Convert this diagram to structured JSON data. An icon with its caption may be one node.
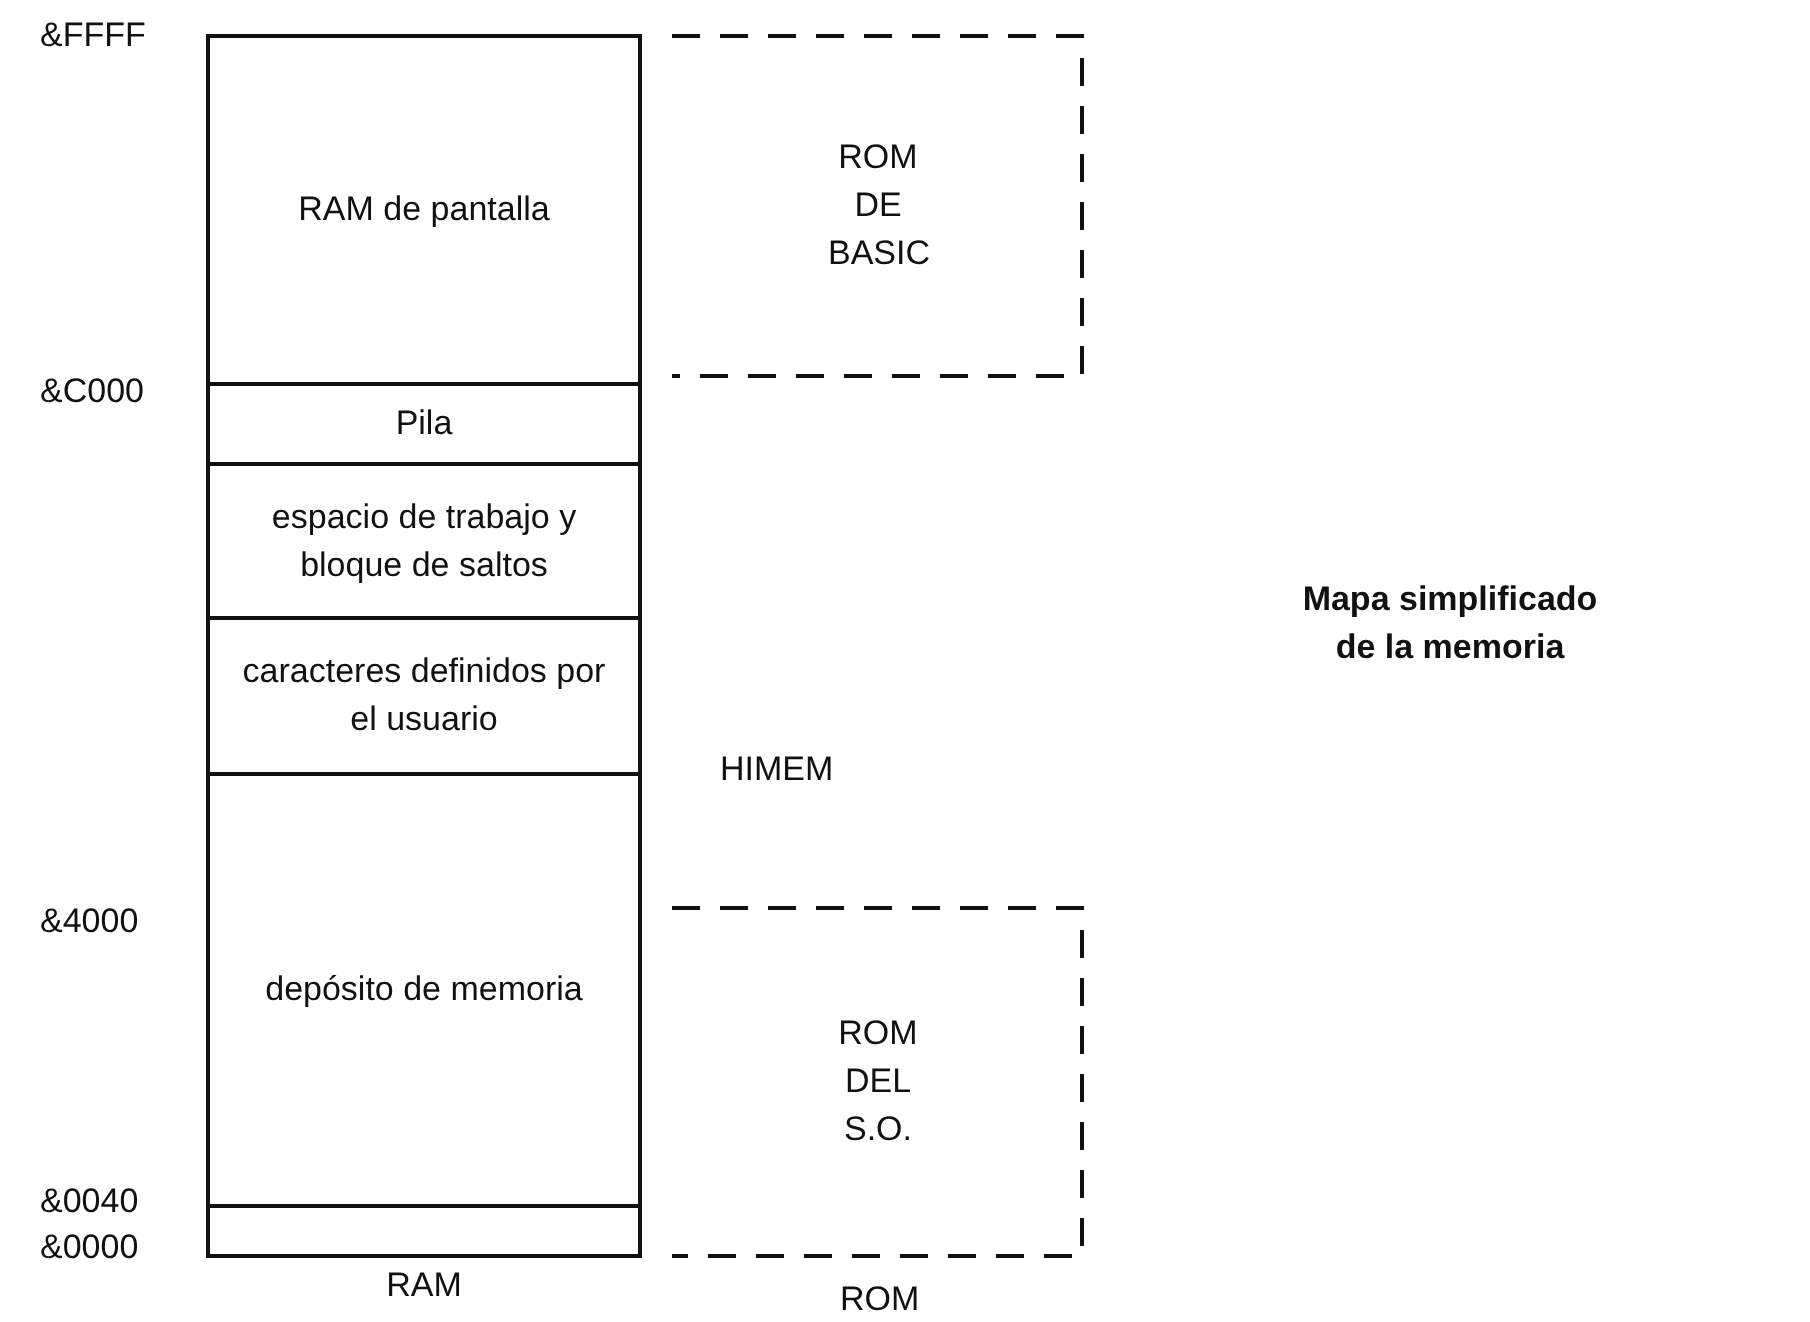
{
  "diagram": {
    "caption": "Mapa simplificado de la memoria",
    "nodes": [
      {
        "text": [
          "RAM"
        ]
      },
      {
        "text": [
          "RAM de pantalla"
        ],
        "in": 0
      },
      {
        "text": [
          "Pila"
        ],
        "in": 0
      },
      {
        "text": [
          "espacio de trabajo y bloque de saltos"
        ],
        "in": 0
      },
      {
        "text": [
          "caracteres definidos por el usuario"
        ],
        "in": 0
      },
      {
        "text": [
          "depósito de memoria"
        ],
        "in": 0
      },
      {
        "text": [],
        "shape": "box",
        "in": 0
      },
      {
        "text": [
          "ROM DE BASIC"
        ]
      },
      {
        "text": [
          "ROM DEL S.O."
        ]
      }
    ],
    "edges": [],
    "labels": [
      "&FFFF",
      "&C000",
      "&4000",
      "&0040",
      "&0000",
      "HIMEM",
      "ROM"
    ]
  }
}
